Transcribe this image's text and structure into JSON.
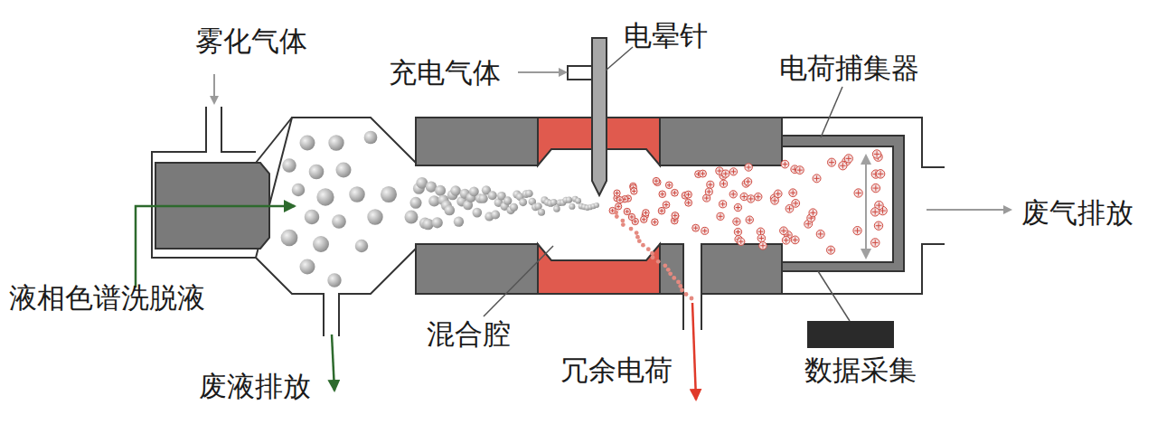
{
  "diagram": {
    "labels": [
      "雾化气体",
      "充电气体",
      "电晕针",
      "电荷捕集器",
      "废气排放",
      "液相色谱洗脱液",
      "混合腔",
      "废液排放",
      "冗余电荷",
      "数据采集"
    ]
  }
}
